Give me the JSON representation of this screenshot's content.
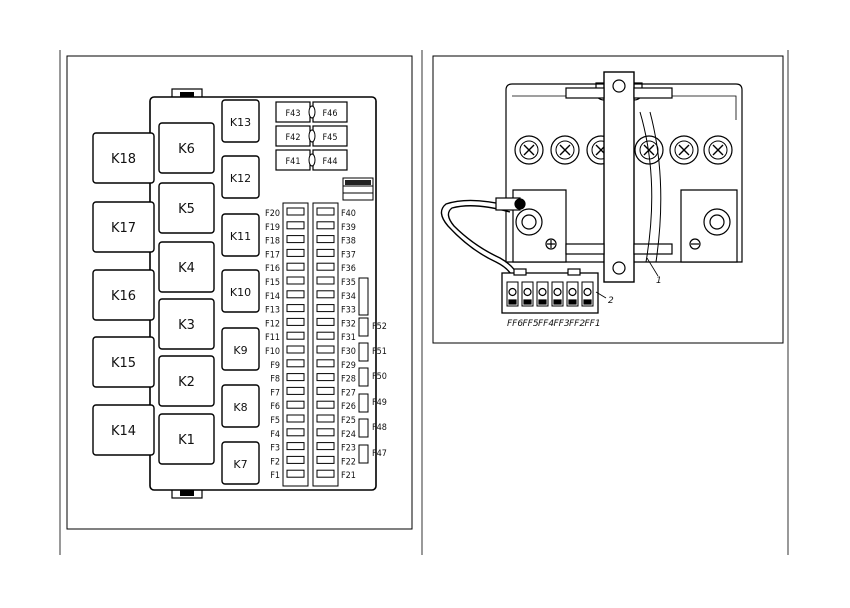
{
  "fuse_box": {
    "relays_outer": [
      "K18",
      "K17",
      "K16",
      "K15",
      "K14"
    ],
    "relays_left": [
      "K6",
      "K5",
      "K4",
      "K3",
      "K2",
      "K1"
    ],
    "relays_mid": [
      "K13",
      "K12",
      "K11",
      "K10",
      "K9",
      "K8",
      "K7"
    ],
    "maxi_fuses": [
      "F43",
      "F46",
      "F42",
      "F45",
      "F41",
      "F44"
    ],
    "fuses_left": [
      "F20",
      "F19",
      "F18",
      "F17",
      "F16",
      "F15",
      "F14",
      "F13",
      "F12",
      "F11",
      "F10",
      "F9",
      "F8",
      "F7",
      "F6",
      "F5",
      "F4",
      "F3",
      "F2",
      "F1"
    ],
    "fuses_right": [
      "F40",
      "F39",
      "F38",
      "F37",
      "F36",
      "F35",
      "F34",
      "F33",
      "F32",
      "F31",
      "F30",
      "F29",
      "F28",
      "F27",
      "F26",
      "F25",
      "F24",
      "F23",
      "F22",
      "F21"
    ],
    "fuses_side": [
      "F52",
      "F51",
      "F50",
      "F49",
      "F48",
      "F47"
    ]
  },
  "battery_block": {
    "callout_1": "1",
    "callout_2": "2",
    "fuse_labels": [
      "FF6",
      "FF5",
      "FF4",
      "FF3",
      "FF2",
      "FF1"
    ]
  }
}
